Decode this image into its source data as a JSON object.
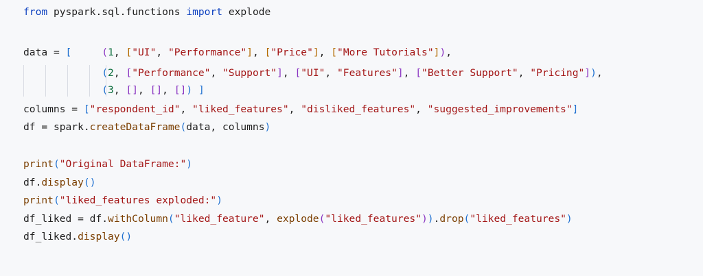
{
  "code": {
    "lines": [
      "from pyspark.sql.functions import explode",
      "",
      "data = [     (1, [\"UI\", \"Performance\"], [\"Price\"], [\"More Tutorials\"]),",
      "             (2, [\"Performance\", \"Support\"], [\"UI\", \"Features\"], [\"Better Support\", \"Pricing\"]),",
      "             (3, [], [], []) ]",
      "columns = [\"respondent_id\", \"liked_features\", \"disliked_features\", \"suggested_improvements\"]",
      "df = spark.createDataFrame(data, columns)",
      "",
      "print(\"Original DataFrame:\")",
      "df.display()",
      "print(\"liked_features exploded:\")",
      "df_liked = df.withColumn(\"liked_feature\", explode(\"liked_features\")).drop(\"liked_features\")",
      "df_liked.display()"
    ]
  },
  "colors": {
    "background": "#f7f8fa",
    "keyword": "#0b3fbf",
    "string": "#a31515",
    "number": "#0f6f3f",
    "function": "#7a3e00",
    "bracket_1": "#1d6fd0",
    "bracket_2": "#8a35c2"
  }
}
